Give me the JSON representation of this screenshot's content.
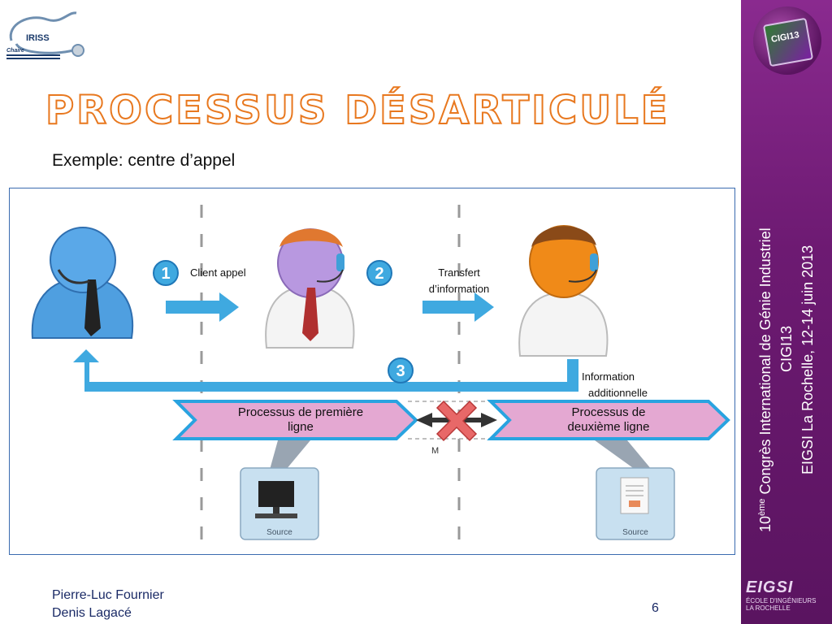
{
  "slide": {
    "title": "PROCESSUS DÉSARTICULÉ",
    "subtitle": "Exemple: centre d’appel",
    "page_number": "6",
    "authors": [
      "Pierre-Luc Fournier",
      "Denis Lagacé"
    ]
  },
  "logo": {
    "main": "IRISS",
    "tag": "Chaire"
  },
  "sidebar": {
    "congress_prefix": "10",
    "congress_sup": "ème",
    "congress_line": "Congrès International de Génie Industriel",
    "congress_code": "CIGI13",
    "location_line": "EIGSI La Rochelle, 12-14 juin 2013",
    "eigsi_brand": "EIGSI",
    "eigsi_sub1": "ÉCOLE D'INGÉNIEURS",
    "eigsi_sub2": "LA ROCHELLE"
  },
  "diagram": {
    "step1_number": "1",
    "step2_number": "2",
    "step3_number": "3",
    "step1_label": "Client appel",
    "step2_label_line1": "Transfert",
    "step2_label_line2": "d’information",
    "step3_label_line1": "Information",
    "step3_label_line2": "additionnelle",
    "process1_line1": "Processus de première",
    "process1_line2": "ligne",
    "process2_line1": "Processus de",
    "process2_line2": "deuxième ligne",
    "source_label_1": "Source",
    "source_label_2": "Source",
    "m_label": "M"
  },
  "colors": {
    "title_outline": "#e8781f",
    "side_band": "#6d1a72",
    "arrow_blue": "#3fa9e0",
    "process_fill": "#e4a8d2",
    "process_border": "#29a3e0",
    "cross_red": "#e05050"
  }
}
